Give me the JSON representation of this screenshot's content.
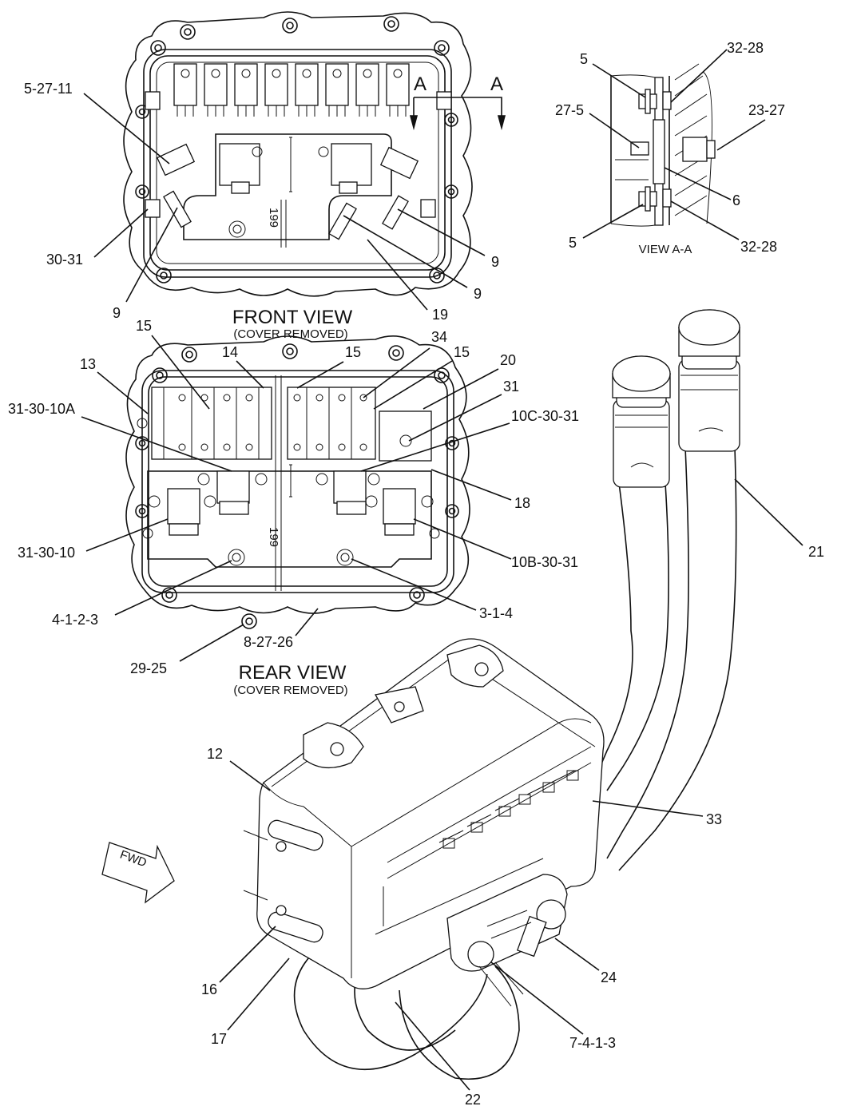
{
  "views": {
    "front": {
      "title": "FRONT VIEW",
      "subtitle": "(COVER REMOVED)"
    },
    "rear": {
      "title": "REAR VIEW",
      "subtitle": "(COVER REMOVED)"
    },
    "section": {
      "title": "VIEW A-A",
      "marker_letter": "A"
    }
  },
  "front_labels": {
    "l_5_27_11": "5-27-11",
    "l_30_31": "30-31",
    "l_9_a": "9",
    "l_9_b": "9",
    "l_9_c": "9",
    "l_19": "19",
    "board_mark": "199"
  },
  "section_labels": {
    "l_5_top": "5",
    "l_32_28_top": "32-28",
    "l_27_5": "27-5",
    "l_23_27": "23-27",
    "l_6": "6",
    "l_5_bot": "5",
    "l_32_28_bot": "32-28"
  },
  "rear_labels": {
    "l_13": "13",
    "l_15_a": "15",
    "l_14": "14",
    "l_15_b": "15",
    "l_34": "34",
    "l_15_c": "15",
    "l_20": "20",
    "l_31": "31",
    "l_31_30_10a": "31-30-10A",
    "l_10c_30_31": "10C-30-31",
    "l_18": "18",
    "l_31_30_10": "31-30-10",
    "l_10b_30_31": "10B-30-31",
    "l_4_1_2_3": "4-1-2-3",
    "l_3_1_4": "3-1-4",
    "l_8_27_26": "8-27-26",
    "l_29_25": "29-25",
    "board_mark": "199"
  },
  "iso_labels": {
    "l_21": "21",
    "l_12": "12",
    "l_33": "33",
    "l_fwd": "FWD",
    "l_16": "16",
    "l_24": "24",
    "l_17": "17",
    "l_7_4_1_3": "7-4-1-3",
    "l_22": "22"
  }
}
